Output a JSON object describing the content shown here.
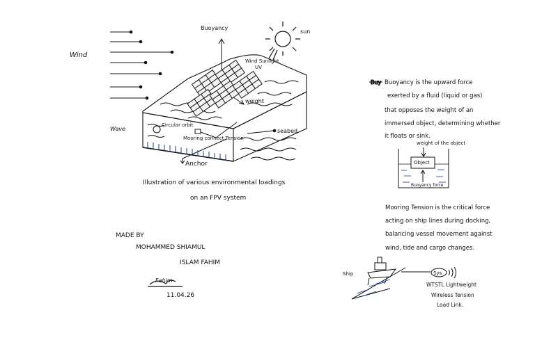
{
  "diagram": {
    "labels": {
      "wind": "Wind",
      "buoyancy": "Buoyancy",
      "sun": "sun",
      "wind_sunlight": "Wind Sunlight",
      "uv": "UV",
      "weight": "weight",
      "wave": "Wave",
      "circular_orbit": "Circular orbit",
      "mooring_tension": "Mooring connect Tension",
      "seabed": "seabed",
      "anchor": "Anchor"
    },
    "caption_line1": "Illustration of various environmental loadings",
    "caption_line2": "on an FPV system"
  },
  "author": {
    "made_by": "MADE BY",
    "name_line1": "MOHAMMED SHIAMUL",
    "name_line2": "ISLAM FAHIM",
    "signature": "Fahim",
    "date": "11.04.26"
  },
  "buoyancy_note": {
    "struck_word": "Buy",
    "lines": [
      "Buoyancy is the upward force",
      "exerted by a fluid (liquid or gas)",
      "that opposes the weight of an",
      "immersed object, determining whether",
      "it floats or sink."
    ],
    "weight_label": "weight of the object",
    "object_label": "Object",
    "force_label": "Buoyancy force"
  },
  "mooring_note": {
    "lines": [
      "Mooring Tension is the critical force",
      "acting on ship lines during docking,",
      "balancing vessel movement against",
      "wind, tide and cargo changes."
    ]
  },
  "ship_diagram": {
    "ship_label": "Ship",
    "device_label": "Sys",
    "caption_lines": [
      "WTSTL Lightweight",
      "Wireless Tension",
      "Load Link."
    ]
  }
}
